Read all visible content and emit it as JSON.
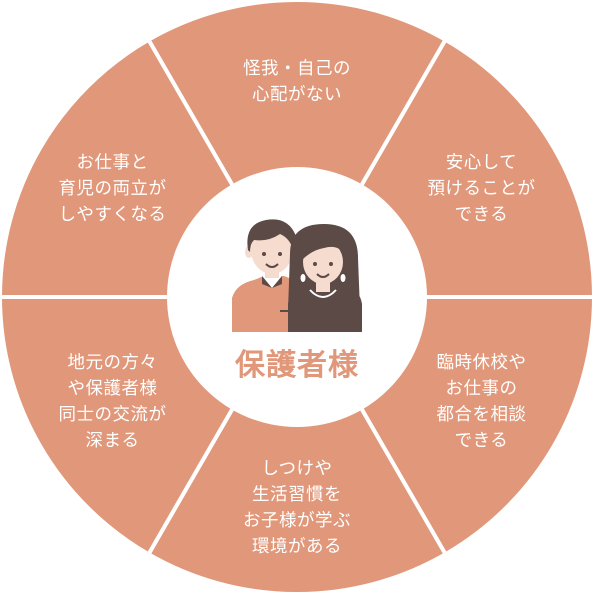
{
  "center": {
    "title": "保護者様"
  },
  "segments": [
    {
      "text": "怪我・自己の\n心配がない"
    },
    {
      "text": "安心して\n預けることが\nできる"
    },
    {
      "text": "臨時休校や\nお仕事の\n都合を相談\nできる"
    },
    {
      "text": "しつけや\n生活習慣を\nお子様が学ぶ\n環境がある"
    },
    {
      "text": "地元の方々\nや保護者様\n同士の交流が\n深まる"
    },
    {
      "text": "お仕事と\n育児の両立が\nしやすくなる"
    }
  ],
  "colors": {
    "segment": "#e1977a",
    "hub": "#ffffff",
    "title": "#e1977a"
  },
  "icons": [
    "parents-illustration"
  ]
}
